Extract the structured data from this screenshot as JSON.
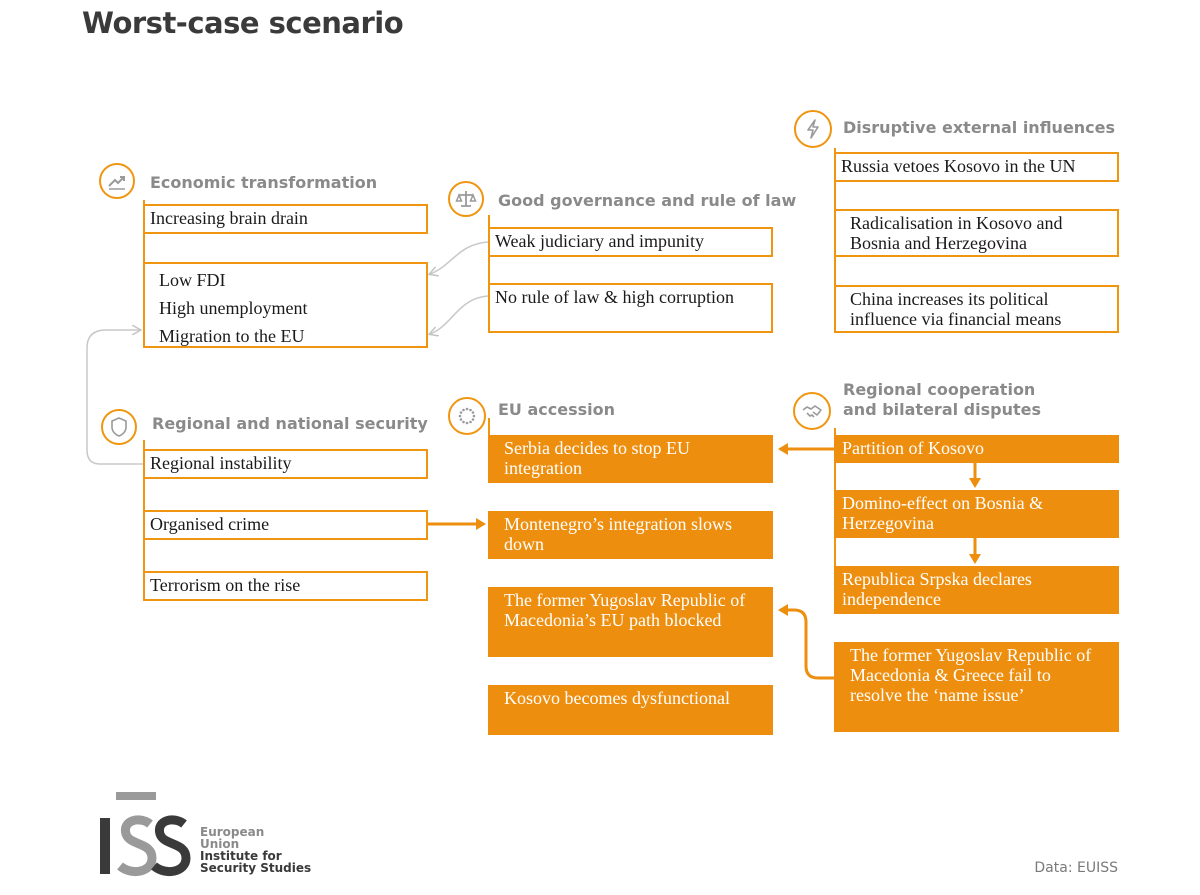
{
  "title": "Worst-case scenario",
  "footer": {
    "source": "Data: EUISS"
  },
  "logo": {
    "letters": "ISS",
    "line1": "European",
    "line2": "Union",
    "line3": "Institute for",
    "line4": "Security Studies"
  },
  "colors": {
    "accent": "#ee8e0e",
    "grey_text": "#8a8a8a",
    "connector_grey": "#c8c8c8"
  },
  "sections": {
    "economic": {
      "title": "Economic transformation",
      "icon": "trend-up-icon",
      "items": [
        "Increasing brain drain"
      ],
      "group": [
        "Low FDI",
        "High unemployment",
        "Migration to the EU"
      ]
    },
    "governance": {
      "title": "Good governance and rule of law",
      "icon": "scales-icon",
      "items": [
        "Weak judiciary and impunity",
        "No rule of law & high corruption"
      ]
    },
    "external": {
      "title": "Disruptive external influences",
      "icon": "lightning-icon",
      "items": [
        "Russia vetoes Kosovo in the UN",
        "Radicalisation in Kosovo and Bosnia and Herzegovina",
        "China increases its political influence via financial means"
      ]
    },
    "security": {
      "title": "Regional and national security",
      "icon": "shield-icon",
      "items": [
        "Regional instability",
        "Organised crime",
        "Terrorism on the rise"
      ]
    },
    "eu": {
      "title": "EU accession",
      "icon": "eu-stars-icon",
      "items": [
        "Serbia decides to stop EU integration",
        "Montenegro’s integration slows down",
        "The former Yugoslav Republic of Macedonia’s EU path blocked",
        "Kosovo becomes dysfunctional"
      ]
    },
    "regional": {
      "title_line1": "Regional cooperation",
      "title_line2": "and bilateral disputes",
      "icon": "handshake-icon",
      "items": [
        "Partition of Kosovo",
        "Domino-effect on Bosnia & Herzegovina",
        "Republica Srpska declares independence",
        "The former Yugoslav Republic of Macedonia & Greece fail to resolve the ‘name issue’"
      ]
    }
  }
}
